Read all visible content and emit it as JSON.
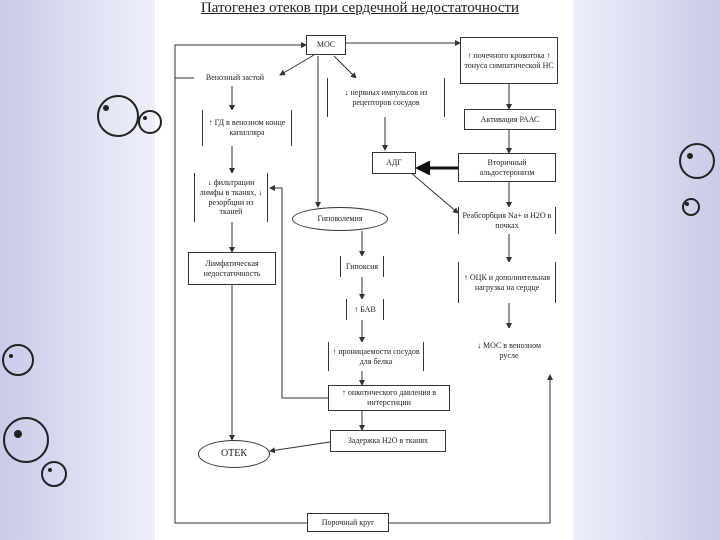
{
  "title": "Патогенез отеков при сердечной недостаточности",
  "colors": {
    "background": "#c9cbe8",
    "line": "#333333",
    "text": "#222222"
  },
  "nodes": {
    "mos": "МОС",
    "venous_stasis": "Венозный застой",
    "hd_capillary": "↑ ГД в венозном конце капилляра",
    "lymph_filtration": "↓ фильтрации лимфы в тканях, ↓ резорбции из тканей",
    "lymph_insufficiency": "Лимфатическая недостаточность",
    "nervous_impulses": "↓ нервных импульсов из рецепторов сосудов",
    "hypovolemia": "Гиповолемия",
    "hypoxia": "Гипоксия",
    "bav": "↑ БАВ",
    "vascular_permeability": "↑ проницаемости сосудов для белка",
    "oncotic_pressure": "↑ онкотического давления в интерстиции",
    "water_retention": "Задержка Н2О в тканях",
    "edema": "ОТЕК",
    "adh": "АДГ",
    "tone_increase": "↑ почечного кровотока ↑ тонуса симпатической НС",
    "raas": "Активация РААС",
    "aldosteronism": "Вторичный альдостеронизм",
    "reabsorption": "Реабсорбция Na+ и Н2О в почках",
    "bcc": "↑ ОЦК и дополнительная нагрузка на сердце",
    "mos_decrease": "↓ МОС в венозном русле",
    "circle": "Порочный круг"
  }
}
